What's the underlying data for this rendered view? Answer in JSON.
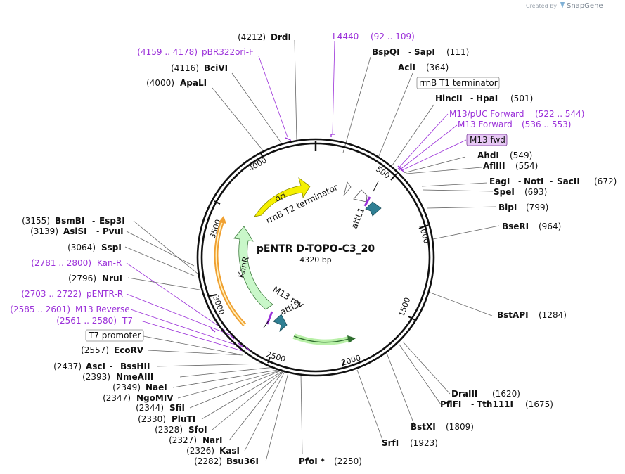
{
  "credit": {
    "prefix": "Created by",
    "brand": "SnapGene"
  },
  "plasmid": {
    "name": "pENTR D-TOPO-C3_20",
    "size": "4320 bp"
  },
  "ticks": [
    "500",
    "1000",
    "1500",
    "2000",
    "2500",
    "3000",
    "3500",
    "4000"
  ],
  "features": {
    "ori": "ori",
    "rrnb_t2": "rrnB T2 terminator",
    "attl1": "attL1",
    "kanr": "KanR",
    "m13rev": "M13 rev",
    "attl2": "attL2"
  },
  "sites": {
    "drdi": {
      "name": "DrdI",
      "pos": "(4212)"
    },
    "bcivi": {
      "name": "BciVI",
      "pos": "(4116)"
    },
    "apali": {
      "name": "ApaLI",
      "pos": "(4000)"
    },
    "bspqi": {
      "name": "BspQI",
      "name2": "SapI",
      "pos": "(111)"
    },
    "acli": {
      "name": "AclI",
      "pos": "(364)"
    },
    "hincii": {
      "name": "HincII",
      "name2": "HpaI",
      "pos": "(501)"
    },
    "ahdi": {
      "name": "AhdI",
      "pos": "(549)"
    },
    "aflii": {
      "name": "AflIII",
      "pos": "(554)"
    },
    "eagi": {
      "name": "EagI",
      "name2": "NotI",
      "name3": "SacII",
      "pos": "(672)"
    },
    "spei": {
      "name": "SpeI",
      "pos": "(693)"
    },
    "blpi": {
      "name": "BlpI",
      "pos": "(799)"
    },
    "beri": {
      "name": "BseRI",
      "pos": "(964)"
    },
    "bstapi": {
      "name": "BstAPI",
      "pos": "(1284)"
    },
    "draiii": {
      "name": "DraIII",
      "pos": "(1620)"
    },
    "pflfi": {
      "name": "PflFI",
      "name2": "Tth111I",
      "pos": "(1675)"
    },
    "bstxi": {
      "name": "BstXI",
      "pos": "(1809)"
    },
    "srfi": {
      "name": "SrfI",
      "pos": "(1923)"
    },
    "pfoi": {
      "name": "PfoI *",
      "pos": "(2250)"
    },
    "bsu36i": {
      "name": "Bsu36I",
      "pos": "(2282)"
    },
    "kasi": {
      "name": "KasI",
      "pos": "(2326)"
    },
    "nari": {
      "name": "NarI",
      "pos": "(2327)"
    },
    "sfoi": {
      "name": "SfoI",
      "pos": "(2328)"
    },
    "pluti": {
      "name": "PluTI",
      "pos": "(2330)"
    },
    "sfii": {
      "name": "SfiI",
      "pos": "(2344)"
    },
    "ngomiv": {
      "name": "NgoMIV",
      "pos": "(2347)"
    },
    "naei": {
      "name": "NaeI",
      "pos": "(2349)"
    },
    "nmeaiii": {
      "name": "NmeAIII",
      "pos": "(2393)"
    },
    "asci": {
      "name": "AscI",
      "name2": "BssHII",
      "pos": "(2437)"
    },
    "ecorv": {
      "name": "EcoRV",
      "pos": "(2557)"
    },
    "nrui": {
      "name": "NruI",
      "pos": "(2796)"
    },
    "sspi": {
      "name": "SspI",
      "pos": "(3064)"
    },
    "asisi": {
      "name": "AsiSI",
      "name2": "PvuI",
      "pos": "(3139)"
    },
    "bsmbi": {
      "name": "BsmBI",
      "name2": "Esp3I",
      "pos": "(3155)"
    }
  },
  "primers": {
    "pbr322": {
      "name": "pBR322ori-F",
      "pos": "(4159 .. 4178)"
    },
    "l4440": {
      "name": "L4440",
      "pos": "(92 .. 109)"
    },
    "m13puc": {
      "name": "M13/pUC Forward",
      "pos": "(522 .. 544)"
    },
    "m13fwd2": {
      "name": "M13 Forward",
      "pos": "(536 .. 553)"
    },
    "kanr": {
      "name": "Kan-R",
      "pos": "(2781 .. 2800)"
    },
    "pentr": {
      "name": "pENTR-R",
      "pos": "(2703 .. 2722)"
    },
    "m13rev": {
      "name": "M13 Reverse",
      "pos": "(2585 .. 2601)"
    },
    "t7": {
      "name": "T7",
      "pos": "(2561 .. 2580)"
    }
  },
  "boxes": {
    "rrnb_t1": "rrnB T1 terminator",
    "m13fwd": "M13 fwd",
    "t7prom": "T7 promoter"
  },
  "colors": {
    "ori": "#f5f000",
    "kanr": "#c9f7c9",
    "orange": "#f0a030",
    "green_arrow": "#7ed957",
    "att": "#2f7f93",
    "primer": "#9b30d9",
    "feature_box_fill": "#e7c8f5"
  }
}
